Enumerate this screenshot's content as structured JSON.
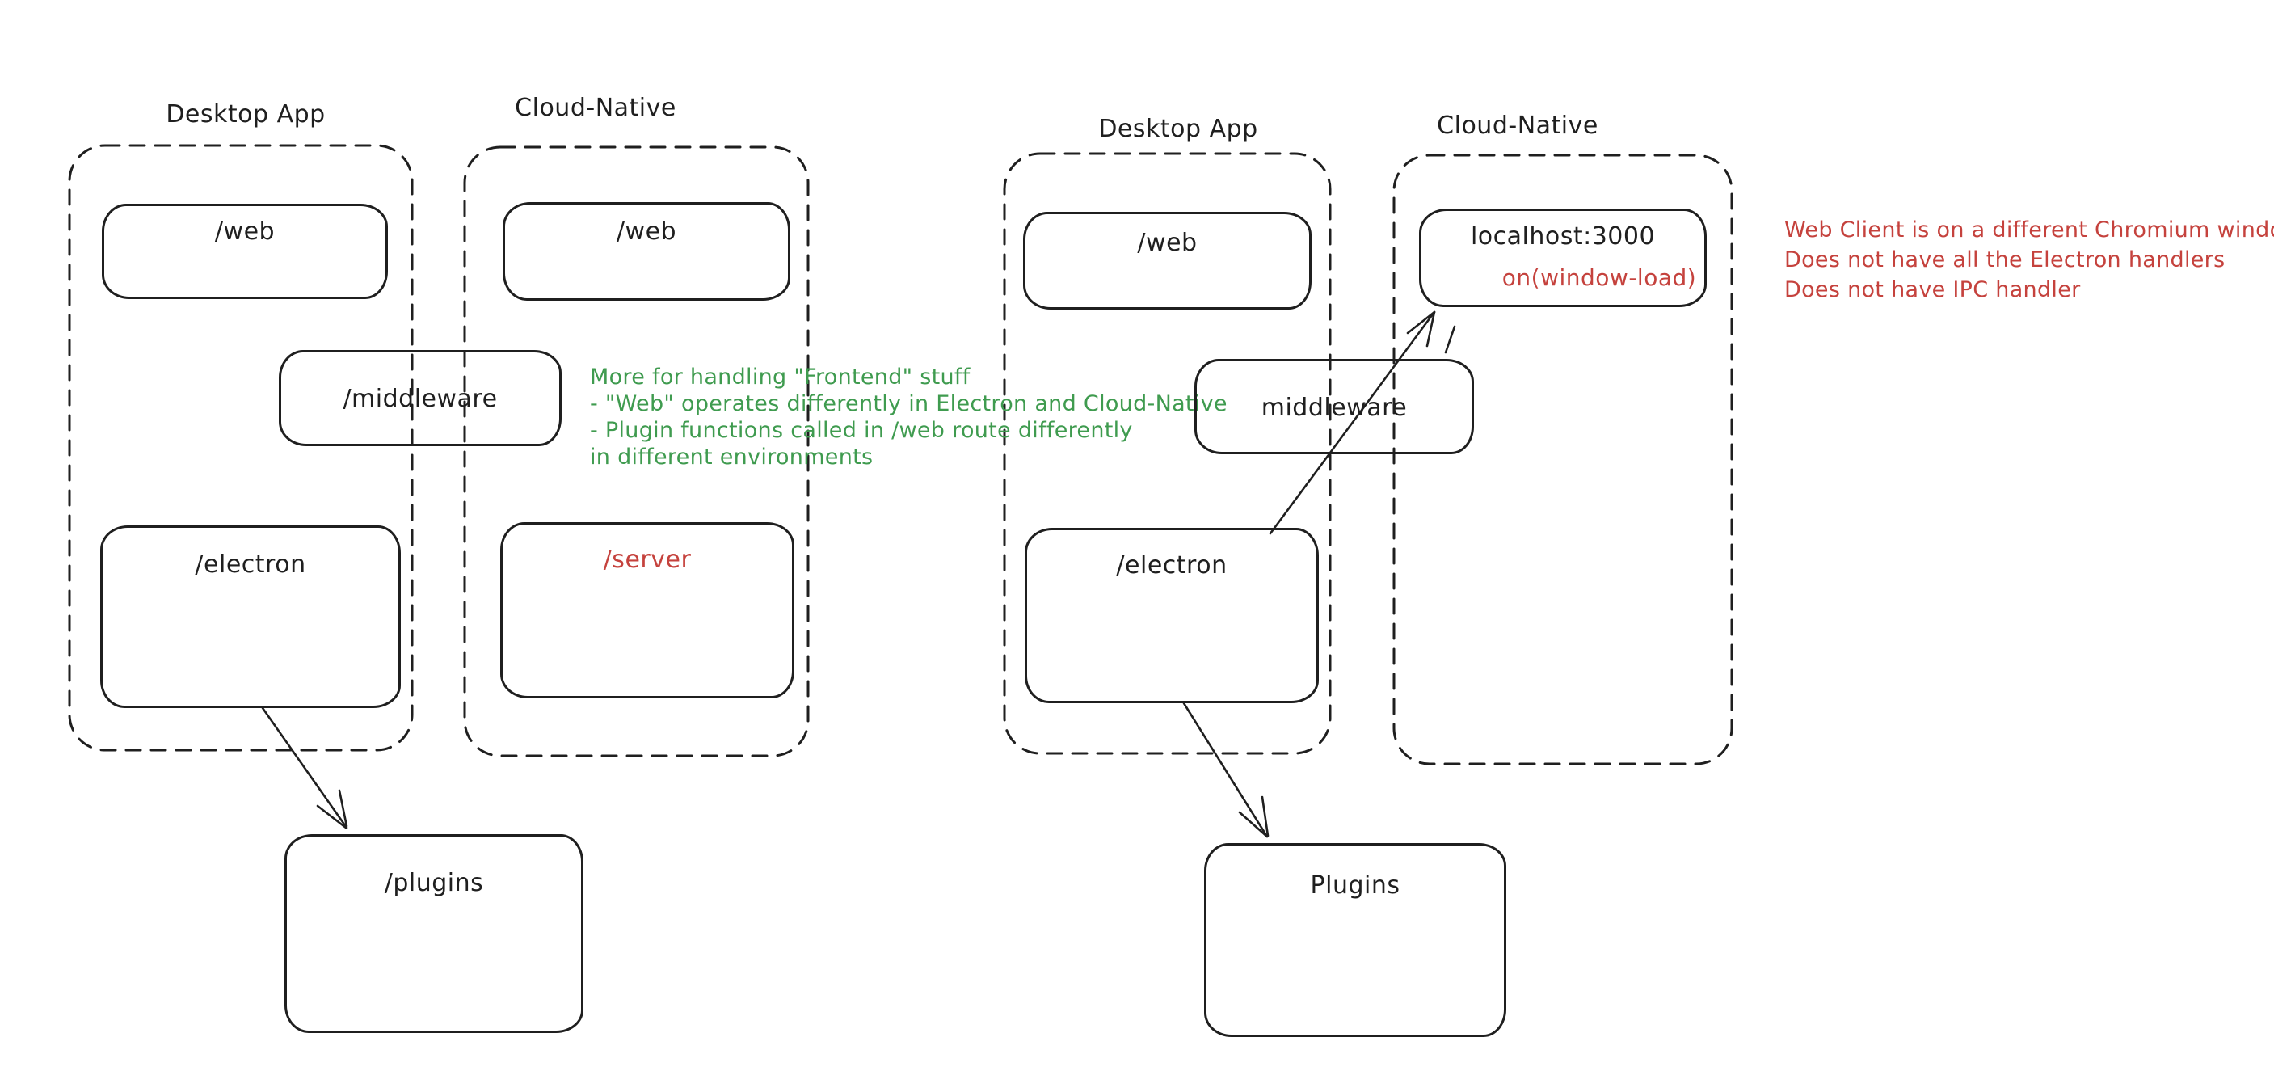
{
  "colors": {
    "ink": "#1f1f1f",
    "green": "#3f9b4f",
    "red": "#c5423d",
    "canvas": "#ffffff"
  },
  "left_diagram": {
    "desktop_container_label": "Desktop App",
    "cloud_container_label": "Cloud-Native",
    "desktop_web_box": "/web",
    "cloud_web_box": "/web",
    "middleware_box": "/middleware",
    "desktop_electron_box": "/electron",
    "cloud_server_box": "/server",
    "plugins_box": "/plugins",
    "green_note_lines": [
      "More for handling \"Frontend\" stuff",
      "- \"Web\" operates differently in Electron and Cloud-Native",
      "- Plugin functions called in /web route differently",
      "in different environments"
    ]
  },
  "right_diagram": {
    "desktop_container_label": "Desktop App",
    "cloud_container_label": "Cloud-Native",
    "desktop_web_box": "/web",
    "localhost_box": "localhost:3000",
    "localhost_box_note": "on(window-load)",
    "middleware_box": "middleware",
    "desktop_electron_box": "/electron",
    "plugins_box": "Plugins",
    "red_note_lines": [
      "Web Client is on a different Chromium window",
      "Does not have all the Electron handlers",
      "Does not have IPC handler"
    ]
  }
}
